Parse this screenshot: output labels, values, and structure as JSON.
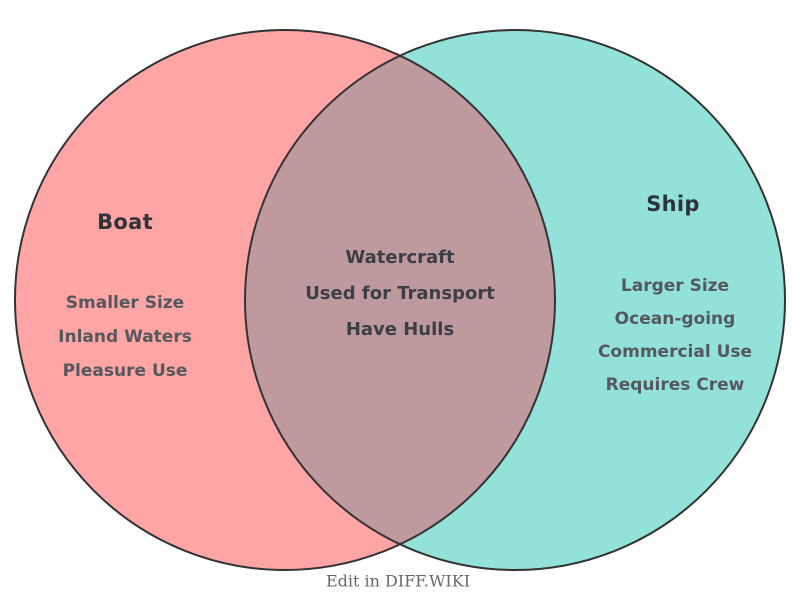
{
  "diagram": {
    "left": {
      "title": "Boat",
      "items": [
        "Smaller Size",
        "Inland Waters",
        "Pleasure Use"
      ]
    },
    "right": {
      "title": "Ship",
      "items": [
        "Larger Size",
        "Ocean-going",
        "Commercial Use",
        "Requires Crew"
      ]
    },
    "intersection": {
      "items": [
        "Watercraft",
        "Used for Transport",
        "Have Hulls"
      ]
    },
    "colors": {
      "left_fill": "#FFA5A5",
      "right_fill": "#92E2DA",
      "overlap_fill": "#BE999D",
      "outline": "#333333"
    }
  },
  "footer": {
    "label": "Edit in DIFF.WIKI"
  }
}
